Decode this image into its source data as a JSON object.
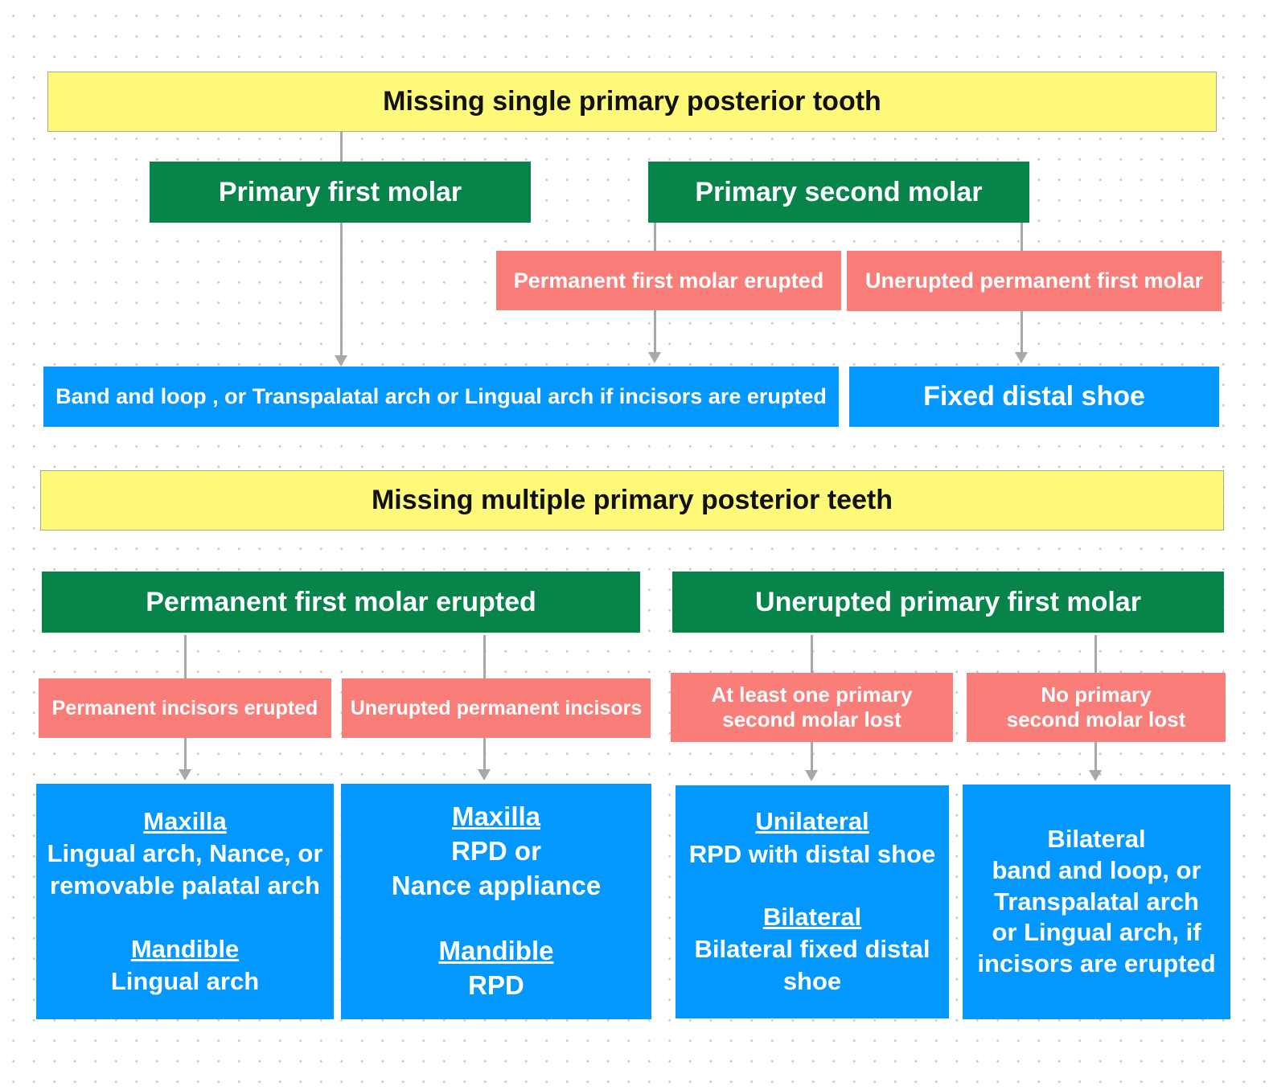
{
  "section_single": {
    "title": "Missing single primary posterior tooth",
    "first_molar": "Primary first molar",
    "second_molar": "Primary second molar",
    "perm_erupted": "Permanent first molar erupted",
    "perm_unerupted": "Unerupted permanent first molar",
    "result_band_loop": "Band and loop , or Transpalatal arch or Lingual arch if incisors are erupted",
    "result_distal_shoe": "Fixed distal shoe"
  },
  "section_multiple": {
    "title": "Missing multiple primary posterior teeth",
    "group_erupted": "Permanent first molar erupted",
    "group_unerupted": "Unerupted primary first molar",
    "cond_incisors_erupted": "Permanent incisors erupted",
    "cond_incisors_unerupted": "Unerupted permanent incisors",
    "cond_second_lost": [
      "At least one primary",
      "second molar lost"
    ],
    "cond_no_second_lost": [
      "No primary",
      "second molar lost"
    ],
    "result_1": {
      "maxilla_head": "Maxilla",
      "maxilla_lines": [
        "Lingual arch, Nance, or",
        "removable palatal arch"
      ],
      "mandible_head": "Mandible",
      "mandible_lines": [
        "Lingual arch"
      ]
    },
    "result_2": {
      "maxilla_head": "Maxilla",
      "maxilla_lines": [
        "RPD or",
        "Nance appliance"
      ],
      "mandible_head": "Mandible",
      "mandible_lines": [
        "RPD"
      ]
    },
    "result_3": {
      "unilateral_head": "Unilateral",
      "unilateral_lines": [
        "RPD with distal shoe"
      ],
      "bilateral_head": "Bilateral",
      "bilateral_lines": [
        "Bilateral fixed distal",
        "shoe"
      ]
    },
    "result_4": {
      "lines": [
        "Bilateral",
        "band and loop, or",
        "Transpalatal arch",
        "or Lingual arch, if",
        "incisors are erupted"
      ]
    }
  }
}
